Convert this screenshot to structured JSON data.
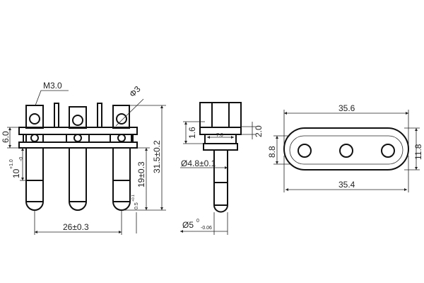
{
  "title": "Three-pin plug insert technical drawing",
  "front_view": {
    "thread_label": "M3.0",
    "hole_diameter": "Φ3",
    "dim_height_bar": "6.0",
    "dim_pin_length": "10",
    "dim_pin_length_tol_upper": "+1.0",
    "dim_pin_length_tol_lower": "-0",
    "dim_pin_below_bar": "19±0.3",
    "dim_total_height": "31.5±0.2",
    "dim_pin_spacing": "26±0.3",
    "dim_offset": "0.5",
    "dim_offset_tol": "+0.1"
  },
  "side_view": {
    "dim_flange_gap": "1.6",
    "dim_bar_thickness": "2.0",
    "dim_neck": "7.0",
    "dim_pin_diameter": "Ø4.8±0.1",
    "dim_tip_diameter": "Ø5",
    "dim_tip_tol_upper": "0",
    "dim_tip_tol_lower": "-0.06"
  },
  "top_view": {
    "dim_outer_length": "35.6",
    "dim_inner_length": "35.4",
    "dim_inner_width": "8.8",
    "dim_outer_width": "11.8"
  }
}
